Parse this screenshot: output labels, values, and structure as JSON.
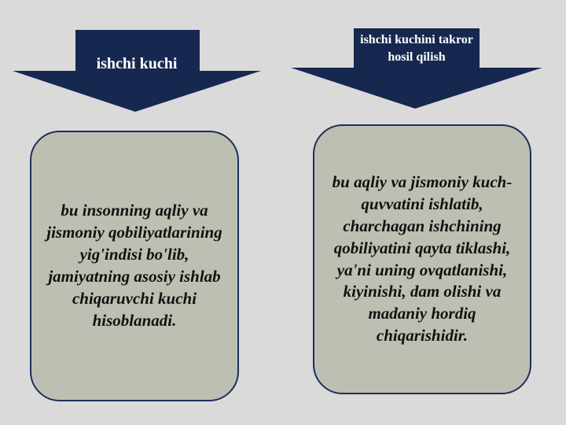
{
  "left": {
    "heading": "ishchi kuchi",
    "definition": "bu insonning aqliy va jismoniy qobiliyatlarining yig'indisi bo'lib, jamiyatning asosiy ishlab chiqaruvchi kuchi hisoblanadi."
  },
  "right": {
    "heading": "ishchi kuchini takror hosil qilish",
    "definition": "bu aqliy va jismoniy kuch-quvvatini ishlatib, charchagan ishchining qobiliyatini qayta tiklashi, ya'ni uning ovqatlanishi, kiyinishi, dam olishi va madaniy hordiq chiqarishidir."
  },
  "colors": {
    "background": "#dadada",
    "arrow": "#16284f",
    "box_fill": "#bdbfb2",
    "box_border": "#1d2f5c"
  }
}
